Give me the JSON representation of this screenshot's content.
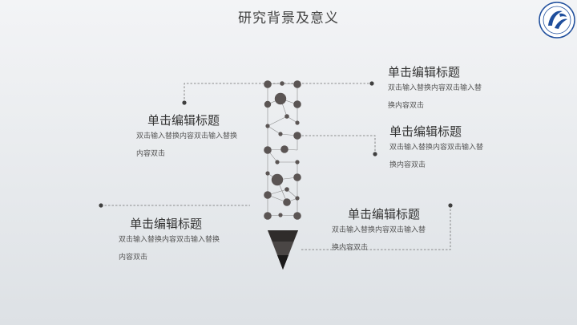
{
  "slide": {
    "title": "研究背景及意义",
    "logo_icon": "university-emblem-icon",
    "accent_color": "#1f4e9c",
    "pencil_color": "#4a4645",
    "blocks": [
      {
        "heading": "单击编辑标题",
        "body": "双击输入替换内容双击输入替换内容双击"
      },
      {
        "heading": "单击编辑标题",
        "body": "双击输入替换内容双击输入替换内容双击"
      },
      {
        "heading": "单击编辑标题",
        "body": "双击输入替换内容双击输入替换内容双击"
      },
      {
        "heading": "单击编辑标题",
        "body": "双击输入替换内容双击输入替换内容双击"
      },
      {
        "heading": "单击编辑标题",
        "body": "双击输入替换内容双击输入替换内容双击"
      }
    ]
  }
}
